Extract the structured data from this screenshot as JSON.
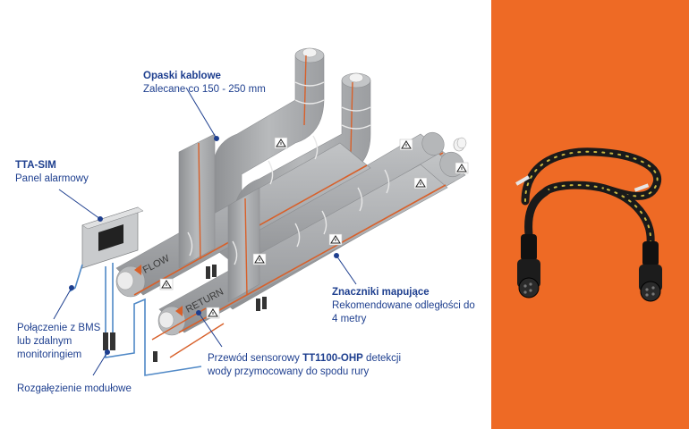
{
  "colors": {
    "accent": "#e8692b",
    "label_blue": "#1e3f8f",
    "pipe_gray": "#a6a8ab",
    "cable_orange": "#d8602a",
    "sensor_blue": "#4f88c6"
  },
  "labels": {
    "tta_title": "TTA-SIM",
    "tta_sub": "Panel alarmowy",
    "opaski_title": "Opaski kablowe",
    "opaski_sub": "Zalecane co 150 - 250 mm",
    "znaczniki_title": "Znaczniki mapujące",
    "znaczniki_line1": "Rekomendowane odległości do",
    "znaczniki_line2": "4 metry",
    "bms_line1": "Połączenie z BMS",
    "bms_line2": "lub zdalnym",
    "bms_line3": "monitoringiem",
    "rozg": "Rozgałęzienie modułowe",
    "przewod_pre": "Przewód sensorowy ",
    "przewod_bold": "TT1100-OHP",
    "przewod_post": " detekcji",
    "przewod_line2": "wody przymocowany do spodu rury",
    "pipe_flow": "FLOW",
    "pipe_return": "RETURN"
  },
  "icons": {
    "warning": "warning-triangle-icon",
    "product": "braided-sensor-cable"
  }
}
